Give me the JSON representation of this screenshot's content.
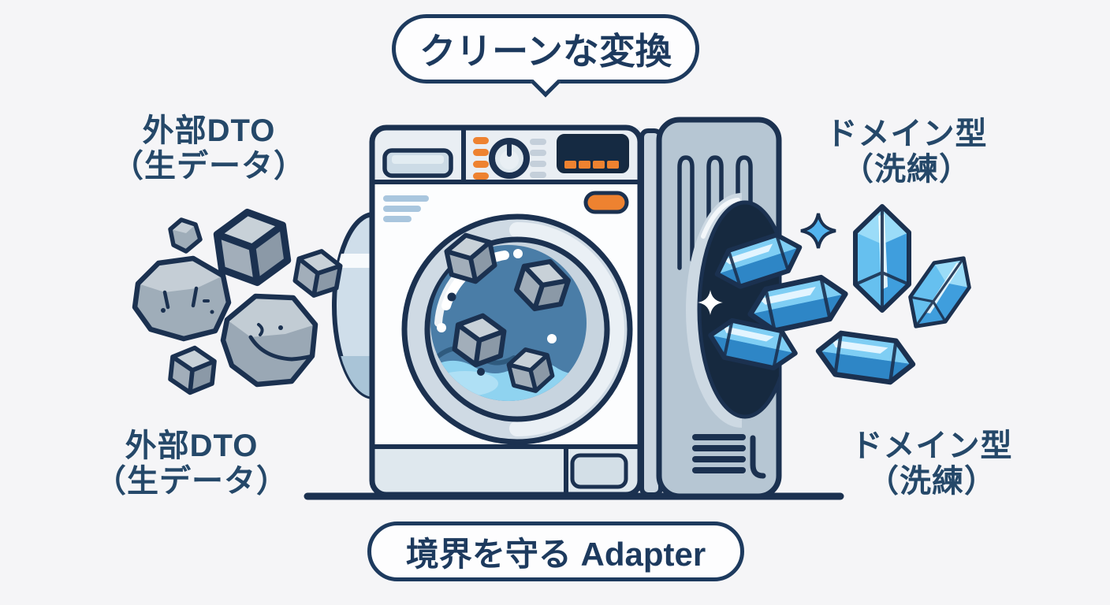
{
  "scene": {
    "kind": "illustration",
    "metaphor": "washing-machine-adapter",
    "machine_icon": "washing-machine-icon",
    "input_icon": "raw-rock-cubes-icon",
    "output_icon": "polished-crystals-icon",
    "sparkle_icon": "sparkle-icon"
  },
  "bubbles": {
    "top": "クリーンな変換",
    "bottom": "境界を守る Adapter"
  },
  "labels": {
    "input_top": {
      "line1": "外部DTO",
      "line2": "（生データ）"
    },
    "input_bottom": {
      "line1": "外部DTO",
      "line2": "（生データ）"
    },
    "output_top": {
      "line1": "ドメイン型",
      "line2": "（洗練）"
    },
    "output_bottom": {
      "line1": "ドメイン型",
      "line2": "（洗練）"
    }
  },
  "colors": {
    "background": "#f5f5f7",
    "outline_navy": "#1d3a5e",
    "text_navy": "#254869",
    "accent_orange": "#ee8230",
    "crystal_blue": "#3f9edd",
    "drum_blue": "#4a7da7",
    "water_blue": "#8fd3f0",
    "rock_gray": "#9fadb9",
    "door_gray": "#b6c6d3"
  }
}
